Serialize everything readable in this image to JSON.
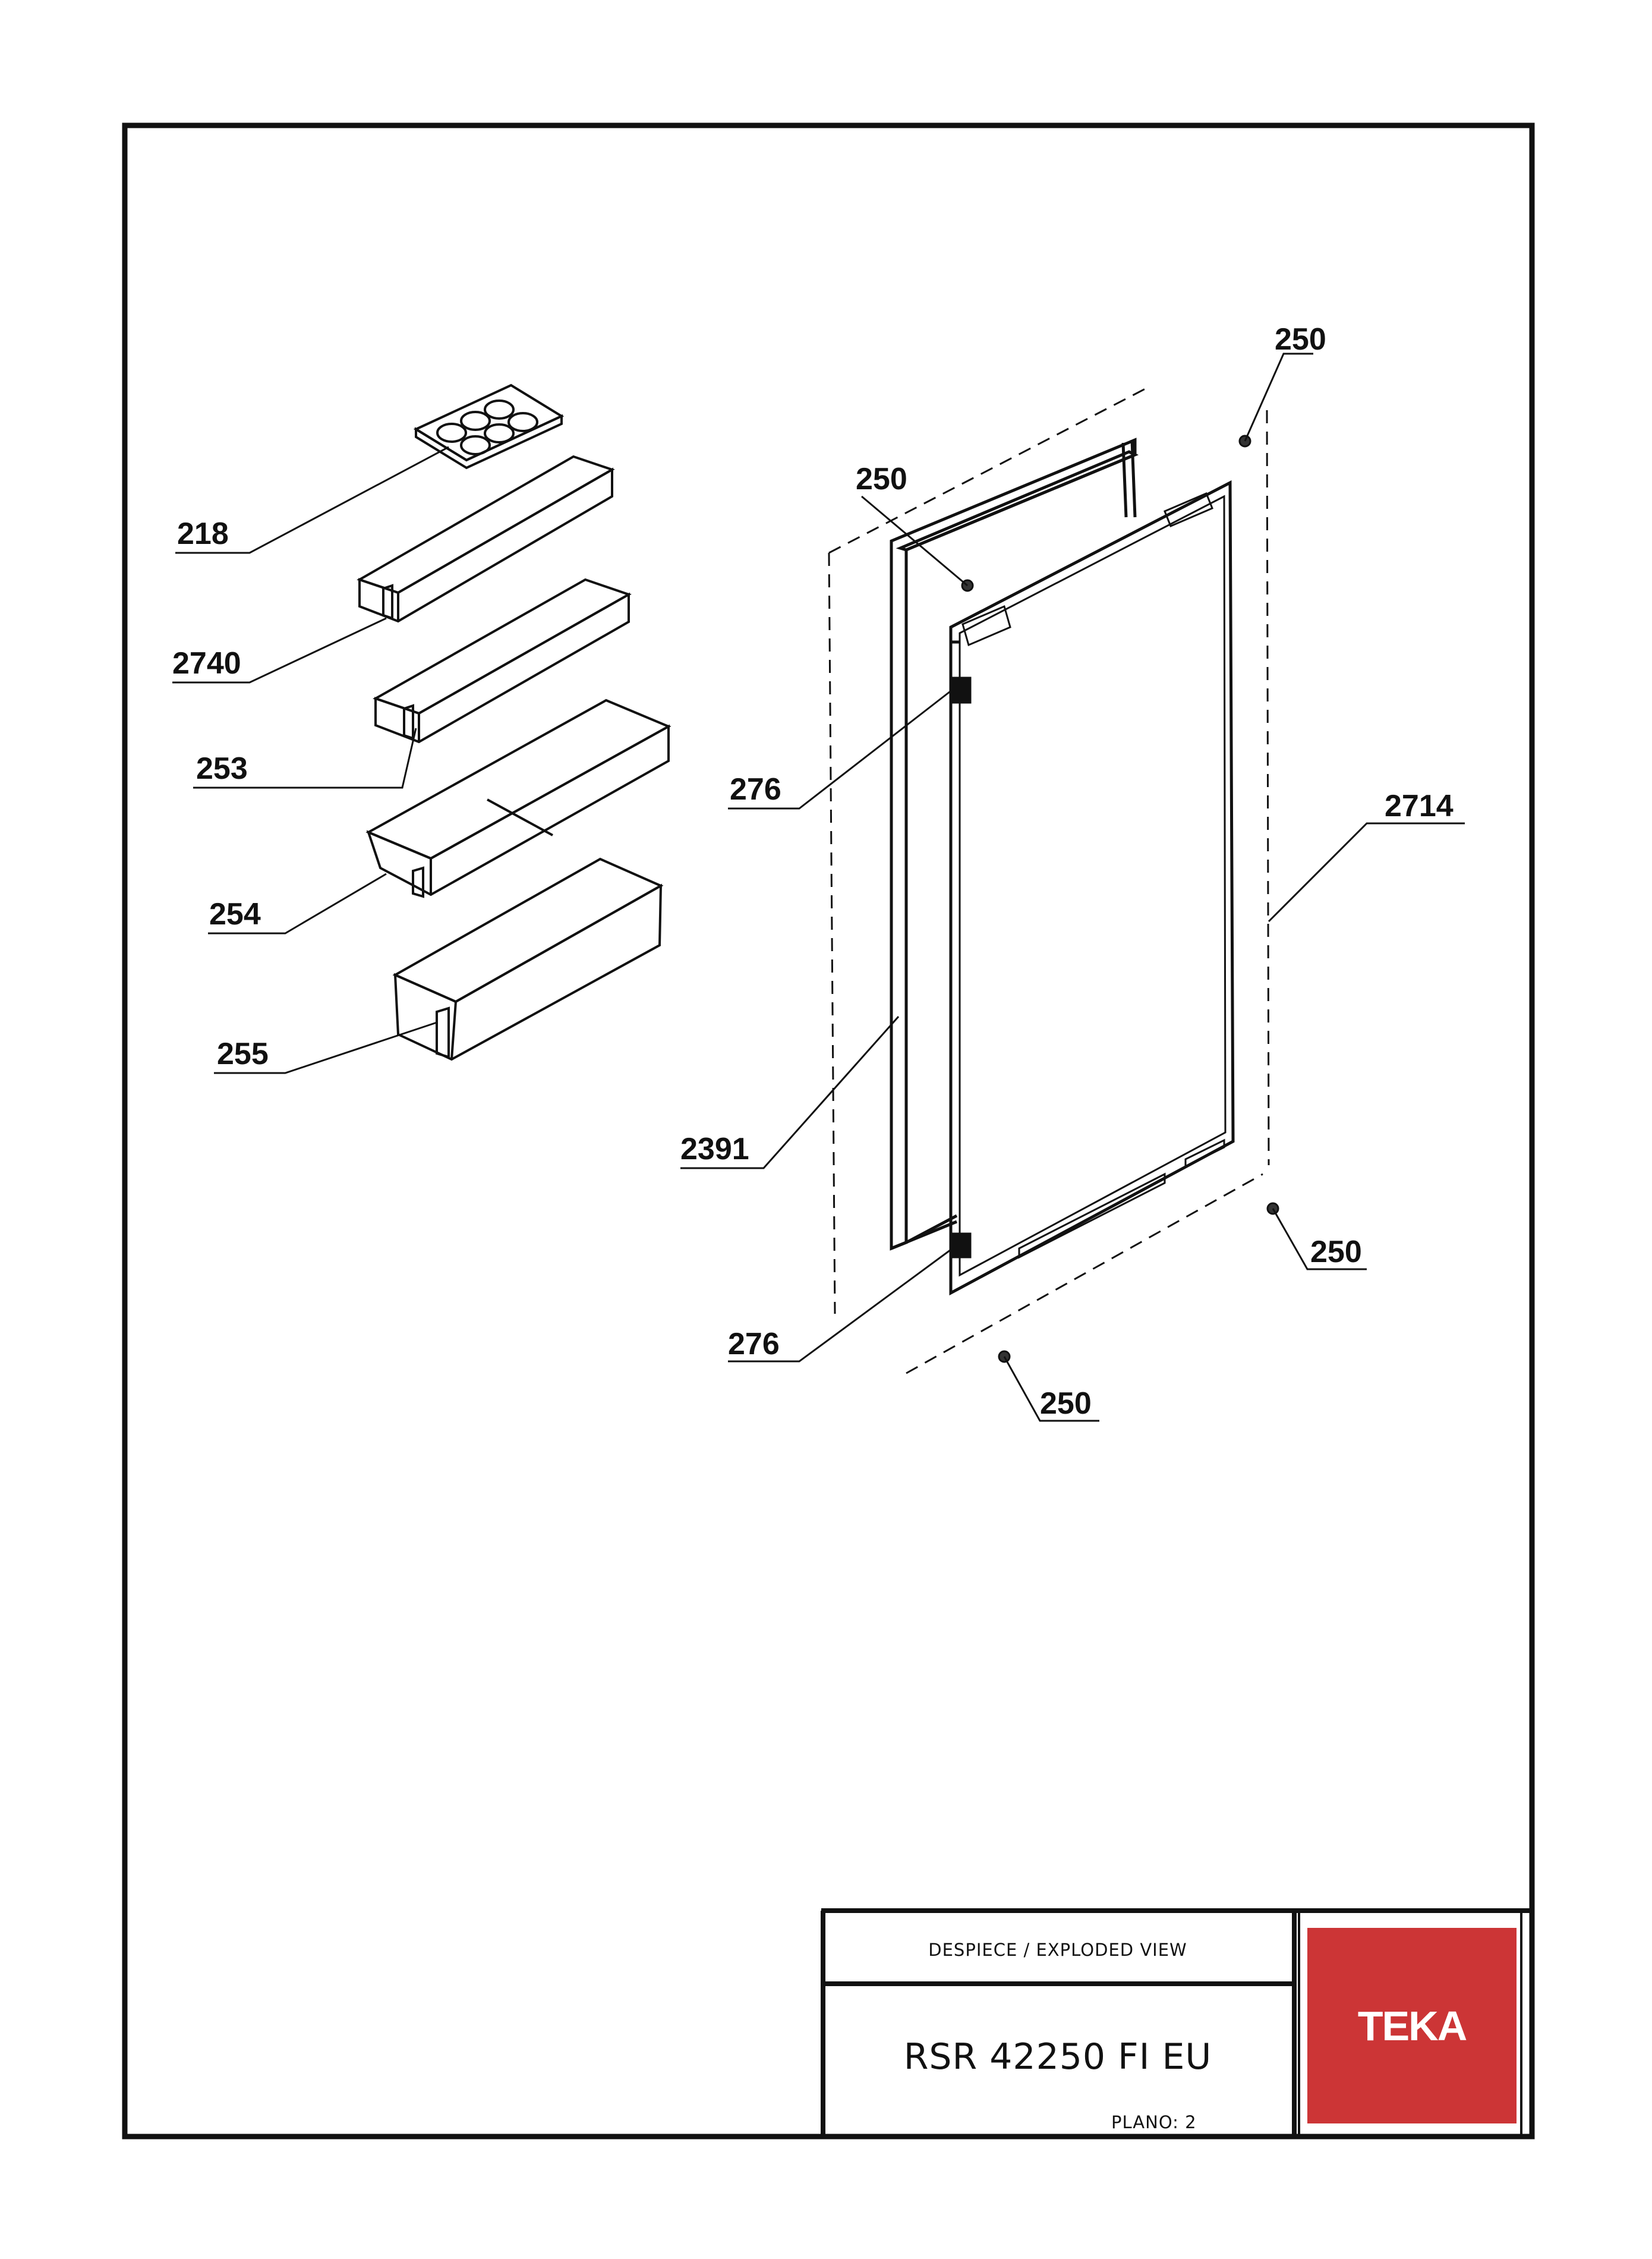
{
  "title_block": {
    "caption": "DESPIECE / EXPLODED VIEW",
    "model": "RSR 42250 FI EU",
    "sheet": "PLANO: 2",
    "brand_color": "#cc3536"
  },
  "logo": {
    "text": "TEKA"
  },
  "callouts": {
    "c218": "218",
    "c2740": "2740",
    "c253": "253",
    "c254": "254",
    "c255": "255",
    "c250_top_right": "250",
    "c250_top": "250",
    "c276_upper": "276",
    "c2714": "2714",
    "c2391": "2391",
    "c250_bottom_right": "250",
    "c276_lower": "276",
    "c250_bottom": "250"
  }
}
